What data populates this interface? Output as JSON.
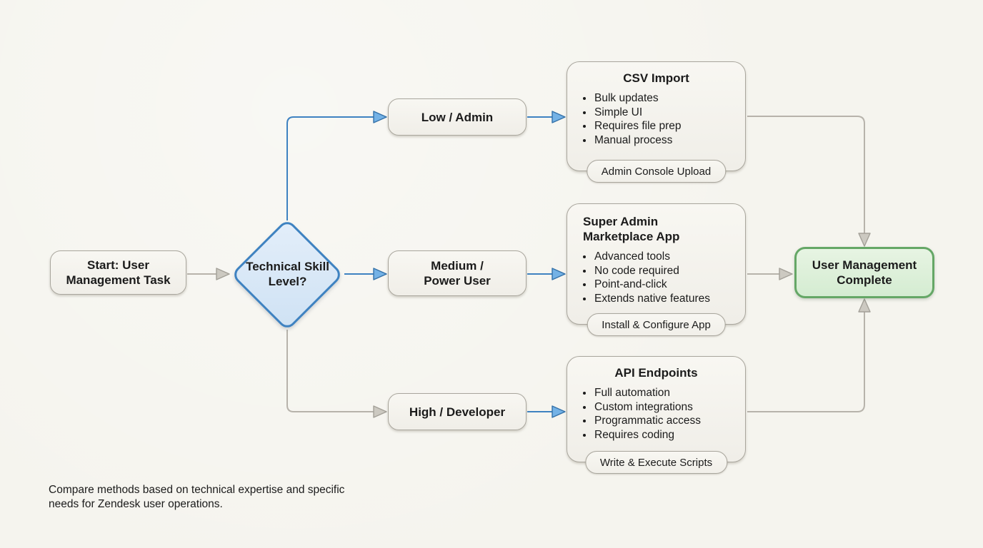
{
  "colors": {
    "background": "#f5f4ee",
    "accent_blue": "#3e82c1",
    "connector_gray": "#b7b3ab",
    "success_green": "#65a766",
    "decision_fill": "#d9e8f7",
    "end_fill": "#dcefda"
  },
  "flowchart": {
    "start": {
      "label": "Start: User Management Task"
    },
    "decision": {
      "label": "Technical Skill Level?"
    },
    "branches": [
      {
        "label": "Low / Admin"
      },
      {
        "label": "Medium / Power User"
      },
      {
        "label": "High / Developer"
      }
    ],
    "methods": [
      {
        "title": "CSV Import",
        "bullets": [
          "Bulk updates",
          "Simple UI",
          "Requires file prep",
          "Manual process"
        ],
        "action_label": "Admin Console Upload"
      },
      {
        "title": "Super Admin Marketplace App",
        "bullets": [
          "Advanced tools",
          "No code required",
          "Point-and-click",
          "Extends native features"
        ],
        "action_label": "Install & Configure App"
      },
      {
        "title": "API Endpoints",
        "bullets": [
          "Full automation",
          "Custom integrations",
          "Programmatic access",
          "Requires coding"
        ],
        "action_label": "Write & Execute Scripts"
      }
    ],
    "end": {
      "label": "User Management Complete"
    },
    "caption": "Compare methods based on technical expertise and specific needs for Zendesk user operations."
  }
}
